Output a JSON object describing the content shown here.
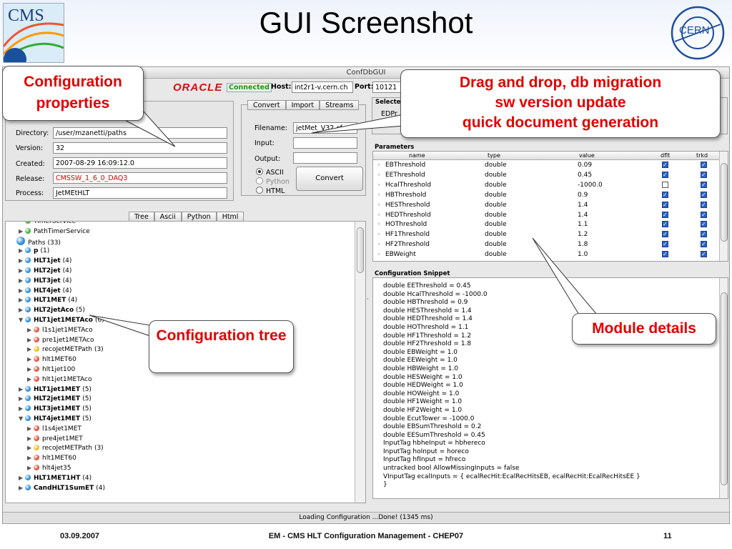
{
  "slide": {
    "title": "GUI Screenshot",
    "cms_logo_text": "CMS",
    "cern_logo_text": "CERN",
    "footer_date": "03.09.2007",
    "footer_text": "EM - CMS HLT Configuration Management - CHEP07",
    "footer_page": "11"
  },
  "window": {
    "title": "ConfDbGUI",
    "status": "Loading Configuration ...Done! (1345 ms)"
  },
  "toolbar": {
    "db_vendor": "ORACLE",
    "connection_status": "Connected",
    "host_label": "Host:",
    "host_value": "int2r1-v.cern.ch",
    "port_label": "Port:",
    "port_value": "10121"
  },
  "config": {
    "directory_label": "Directory:",
    "directory_value": "/user/mzanetti/paths",
    "version_label": "Version:",
    "version_value": "32",
    "created_label": "Created:",
    "created_value": "2007-08-29 16:09:12.0",
    "release_label": "Release:",
    "release_value": "CMSSW_1_6_0_DAQ3",
    "process_label": "Process:",
    "process_value": "JetMEtHLT",
    "release_color": "#d40000"
  },
  "convert_panel": {
    "tabs": [
      "Convert",
      "Import",
      "Streams"
    ],
    "filename_label": "Filename:",
    "filename_value": "jetMet_V32.cf",
    "input_label": "Input:",
    "output_label": "Output:",
    "formats": [
      "ASCII",
      "Python",
      "HTML"
    ],
    "convert_button": "Convert"
  },
  "selected_panel": {
    "title": "Selected",
    "value": "EDPr"
  },
  "tree_tabs": [
    "Tree",
    "Ascii",
    "Python",
    "Html"
  ],
  "tree": [
    {
      "indent": 1,
      "icon": "green",
      "label": "TimerService",
      "count": "",
      "bold": false,
      "expander": "",
      "clipped": true
    },
    {
      "indent": 1,
      "icon": "green",
      "label": "PathTimerService",
      "count": "",
      "bold": false,
      "expander": "▶"
    },
    {
      "indent": 0,
      "icon": "blue-big",
      "label": "Paths",
      "count": "(33)",
      "bold": false,
      "expander": ""
    },
    {
      "indent": 1,
      "icon": "blue",
      "label": "p",
      "count": "(1)",
      "bold": true,
      "expander": "▶"
    },
    {
      "indent": 1,
      "icon": "blue",
      "label": "HLT1jet",
      "count": "(4)",
      "bold": true,
      "expander": "▶"
    },
    {
      "indent": 1,
      "icon": "blue",
      "label": "HLT2jet",
      "count": "(4)",
      "bold": true,
      "expander": "▶"
    },
    {
      "indent": 1,
      "icon": "blue",
      "label": "HLT3jet",
      "count": "(4)",
      "bold": true,
      "expander": "▶"
    },
    {
      "indent": 1,
      "icon": "blue",
      "label": "HLT4jet",
      "count": "(4)",
      "bold": true,
      "expander": "▶"
    },
    {
      "indent": 1,
      "icon": "blue",
      "label": "HLT1MET",
      "count": "(4)",
      "bold": true,
      "expander": "▶"
    },
    {
      "indent": 1,
      "icon": "blue",
      "label": "HLT2jetAco",
      "count": "(5)",
      "bold": true,
      "expander": "▶"
    },
    {
      "indent": 1,
      "icon": "blue",
      "label": "HLT1jet1METAco",
      "count": "(6)",
      "bold": true,
      "expander": "▼"
    },
    {
      "indent": 2,
      "icon": "red",
      "label": "l1s1jet1METAco",
      "count": "",
      "bold": false,
      "expander": "▶"
    },
    {
      "indent": 2,
      "icon": "red",
      "label": "pre1jet1METAco",
      "count": "",
      "bold": false,
      "expander": "▶"
    },
    {
      "indent": 2,
      "icon": "yellow",
      "label": "recoJetMETPath",
      "count": "(3)",
      "bold": false,
      "expander": "▶"
    },
    {
      "indent": 2,
      "icon": "red",
      "label": "hlt1MET60",
      "count": "",
      "bold": false,
      "expander": "▶"
    },
    {
      "indent": 2,
      "icon": "red",
      "label": "hlt1jet100",
      "count": "",
      "bold": false,
      "expander": "▶"
    },
    {
      "indent": 2,
      "icon": "red",
      "label": "hlt1jet1METAco",
      "count": "",
      "bold": false,
      "expander": "▶"
    },
    {
      "indent": 1,
      "icon": "blue",
      "label": "HLT1jet1MET",
      "count": "(5)",
      "bold": true,
      "expander": "▶"
    },
    {
      "indent": 1,
      "icon": "blue",
      "label": "HLT2jet1MET",
      "count": "(5)",
      "bold": true,
      "expander": "▶"
    },
    {
      "indent": 1,
      "icon": "blue",
      "label": "HLT3jet1MET",
      "count": "(5)",
      "bold": true,
      "expander": "▶"
    },
    {
      "indent": 1,
      "icon": "blue",
      "label": "HLT4jet1MET",
      "count": "(5)",
      "bold": true,
      "expander": "▼"
    },
    {
      "indent": 2,
      "icon": "red",
      "label": "l1s4jet1MET",
      "count": "",
      "bold": false,
      "expander": "▶"
    },
    {
      "indent": 2,
      "icon": "red",
      "label": "pre4jet1MET",
      "count": "",
      "bold": false,
      "expander": "▶"
    },
    {
      "indent": 2,
      "icon": "yellow",
      "label": "recoJetMETPath",
      "count": "(3)",
      "bold": false,
      "expander": "▶"
    },
    {
      "indent": 2,
      "icon": "red",
      "label": "hlt1MET60",
      "count": "",
      "bold": false,
      "expander": "▶"
    },
    {
      "indent": 2,
      "icon": "red",
      "label": "hlt4jet35",
      "count": "",
      "bold": false,
      "expander": "▶"
    },
    {
      "indent": 1,
      "icon": "blue",
      "label": "HLT1MET1HT",
      "count": "(4)",
      "bold": true,
      "expander": "▶"
    },
    {
      "indent": 1,
      "icon": "blue",
      "label": "CandHLT1SumET",
      "count": "(4)",
      "bold": true,
      "expander": "▶"
    }
  ],
  "parameters": {
    "title": "Parameters",
    "columns": [
      "name",
      "type",
      "value",
      "dflt",
      "trkd"
    ],
    "rows": [
      {
        "name": "EBThreshold",
        "type": "double",
        "value": "0.09",
        "dflt": true,
        "trkd": true
      },
      {
        "name": "EEThreshold",
        "type": "double",
        "value": "0.45",
        "dflt": true,
        "trkd": true
      },
      {
        "name": "HcalThreshold",
        "type": "double",
        "value": "-1000.0",
        "dflt": false,
        "trkd": true
      },
      {
        "name": "HBThreshold",
        "type": "double",
        "value": "0.9",
        "dflt": true,
        "trkd": true
      },
      {
        "name": "HESThreshold",
        "type": "double",
        "value": "1.4",
        "dflt": true,
        "trkd": true
      },
      {
        "name": "HEDThreshold",
        "type": "double",
        "value": "1.4",
        "dflt": true,
        "trkd": true
      },
      {
        "name": "HOThreshold",
        "type": "double",
        "value": "1.1",
        "dflt": true,
        "trkd": true
      },
      {
        "name": "HF1Threshold",
        "type": "double",
        "value": "1.2",
        "dflt": true,
        "trkd": true
      },
      {
        "name": "HF2Threshold",
        "type": "double",
        "value": "1.8",
        "dflt": true,
        "trkd": true
      },
      {
        "name": "EBWeight",
        "type": "double",
        "value": "1.0",
        "dflt": true,
        "trkd": true
      }
    ]
  },
  "snippet": {
    "title": "Configuration Snippet",
    "lines": [
      "double EEThreshold = 0.45",
      "double HcalThreshold = -1000.0",
      "double HBThreshold = 0.9",
      "double HESThreshold = 1.4",
      "double HEDThreshold = 1.4",
      "double HOThreshold = 1.1",
      "double HF1Threshold = 1.2",
      "double HF2Threshold = 1.8",
      "double EBWeight = 1.0",
      "double EEWeight = 1.0",
      "double HBWeight = 1.0",
      "double HESWeight = 1.0",
      "double HEDWeight = 1.0",
      "double HOWeight = 1.0",
      "double HF1Weight = 1.0",
      "double HF2Weight = 1.0",
      "double EcutTower = -1000.0",
      "double EBSumThreshold = 0.2",
      "double EESumThreshold = 0.45",
      "InputTag hbheInput = hbhereco",
      "InputTag hoInput = horeco",
      "InputTag hfInput = hfreco",
      "untracked bool AllowMissingInputs = false",
      "VInputTag ecalInputs = { ecalRecHit:EcalRecHitsEB, ecalRecHit:EcalRecHitsEE }",
      "}"
    ]
  },
  "callouts": {
    "config_properties": "Configuration properties",
    "drag_drop_line1": "Drag and drop, db migration",
    "drag_drop_line2": "sw version update",
    "drag_drop_line3": "quick document generation",
    "config_tree": "Configuration tree",
    "module_details": "Module details"
  },
  "colors": {
    "callout_text": "#e00000",
    "connected_green": "#2a8a2a",
    "oracle_red": "#d01010",
    "icon_blue": "#2f8fd8",
    "icon_green": "#4cae3a",
    "icon_red": "#e0553b",
    "icon_yellow": "#e8c020",
    "checkbox_blue": "#2b63c6"
  }
}
